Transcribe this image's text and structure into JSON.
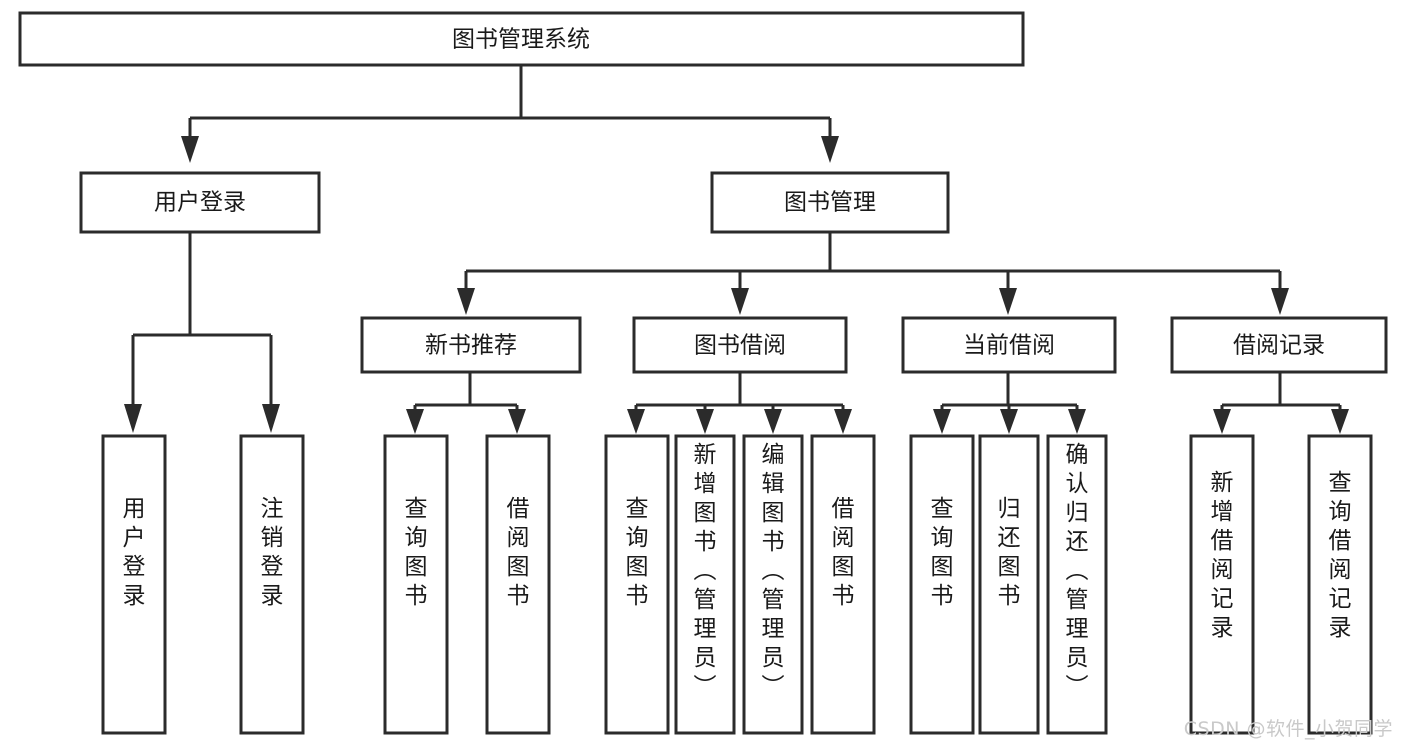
{
  "diagram": {
    "title": "图书管理系统",
    "type": "tree-hierarchy",
    "watermark": "CSDN @软件_小贺同学",
    "colors": {
      "stroke": "#2b2b2b",
      "box_fill": "#ffffff",
      "text": "#1a1a1a",
      "background": "#ffffff",
      "watermark": "#c9c9c9"
    },
    "root": {
      "label": "图书管理系统"
    },
    "level2": [
      {
        "label": "用户登录"
      },
      {
        "label": "图书管理"
      }
    ],
    "level3": [
      {
        "label": "新书推荐"
      },
      {
        "label": "图书借阅"
      },
      {
        "label": "当前借阅"
      },
      {
        "label": "借阅记录"
      }
    ],
    "leaves_user_login": [
      {
        "label": "用户登录"
      },
      {
        "label": "注销登录"
      }
    ],
    "leaves_new_book": [
      {
        "label": "查询图书"
      },
      {
        "label": "借阅图书"
      }
    ],
    "leaves_borrow": [
      {
        "label": "查询图书"
      },
      {
        "label": "新增图书（管理员）"
      },
      {
        "label": "编辑图书（管理员）"
      },
      {
        "label": "借阅图书"
      }
    ],
    "leaves_current": [
      {
        "label": "查询图书"
      },
      {
        "label": "归还图书"
      },
      {
        "label": "确认归还（管理员）"
      }
    ],
    "leaves_records": [
      {
        "label": "新增借阅记录"
      },
      {
        "label": "查询借阅记录"
      }
    ]
  }
}
